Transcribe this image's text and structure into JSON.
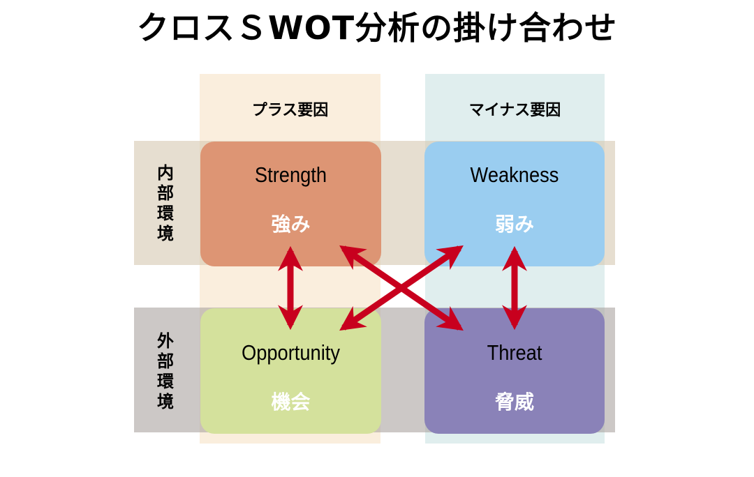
{
  "title": "クロスＳWOT分析の掛け合わせ",
  "columns": [
    {
      "label": "プラス要因",
      "color": "#faeedd"
    },
    {
      "label": "マイナス要因",
      "color": "#e0eeee"
    }
  ],
  "rows": [
    {
      "label": "内部環境",
      "chars": [
        "内",
        "部",
        "環",
        "境"
      ]
    },
    {
      "label": "外部環境",
      "chars": [
        "外",
        "部",
        "環",
        "境"
      ]
    }
  ],
  "boxes": {
    "strength": {
      "en": "Strength",
      "jp": "強み",
      "color": "#dd9574"
    },
    "weakness": {
      "en": "Weakness",
      "jp": "弱み",
      "color": "#9acdf0"
    },
    "opportunity": {
      "en": "Opportunity",
      "jp": "機会",
      "color": "#d4e19c"
    },
    "threat": {
      "en": "Threat",
      "jp": "脅威",
      "color": "#8a82b8"
    }
  },
  "arrow_color": "#c8001e",
  "arrows": [
    {
      "from": "strength",
      "to": "opportunity",
      "type": "double"
    },
    {
      "from": "weakness",
      "to": "threat",
      "type": "double"
    },
    {
      "from": "strength",
      "to": "threat",
      "type": "double"
    },
    {
      "from": "weakness",
      "to": "opportunity",
      "type": "double"
    }
  ]
}
